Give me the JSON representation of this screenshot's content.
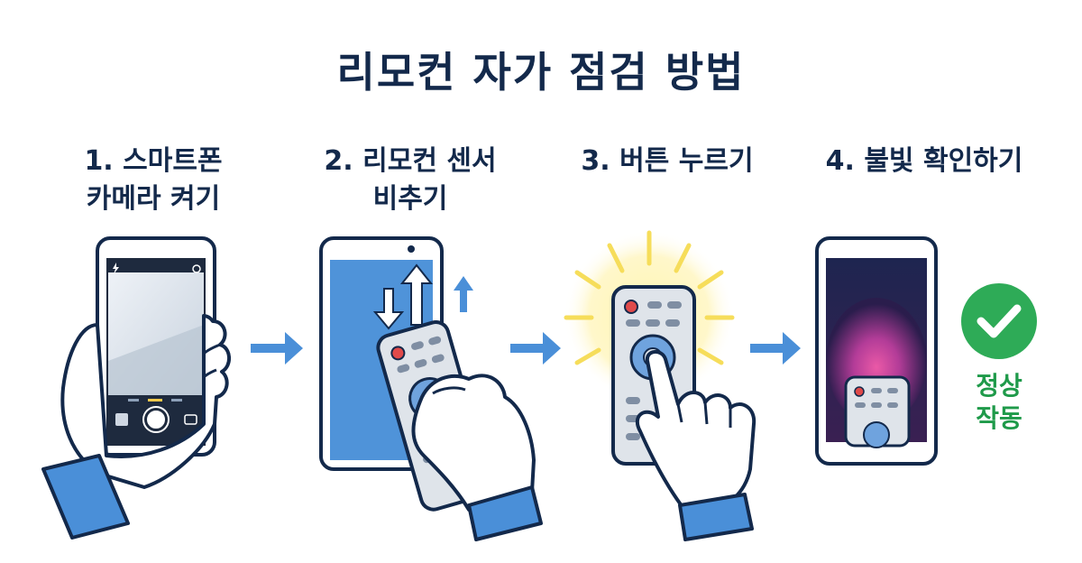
{
  "title": "리모컨 자가 점검 방법",
  "steps": [
    {
      "line1": "1. 스마트폰",
      "line2": "카메라 켜기"
    },
    {
      "line1": "2. 리모컨 센서",
      "line2": "비추기"
    },
    {
      "line1": "3. 버튼 누르기",
      "line2": ""
    },
    {
      "line1": "4. 불빛 확인하기",
      "line2": ""
    }
  ],
  "result": {
    "line1": "정상",
    "line2": "작동"
  },
  "colors": {
    "navy": "#13294b",
    "blue": "#4a8fd8",
    "screen_blue": "#4f93d9",
    "remote_gray": "#dfe4ea",
    "ok_green": "#2eab57",
    "glow_yellow": "#f6dd5a",
    "ir_light": "#e04a9a"
  },
  "icons": [
    "flash-icon",
    "settings-icon",
    "camera-switch-icon",
    "shutter-button-icon",
    "check-icon"
  ]
}
